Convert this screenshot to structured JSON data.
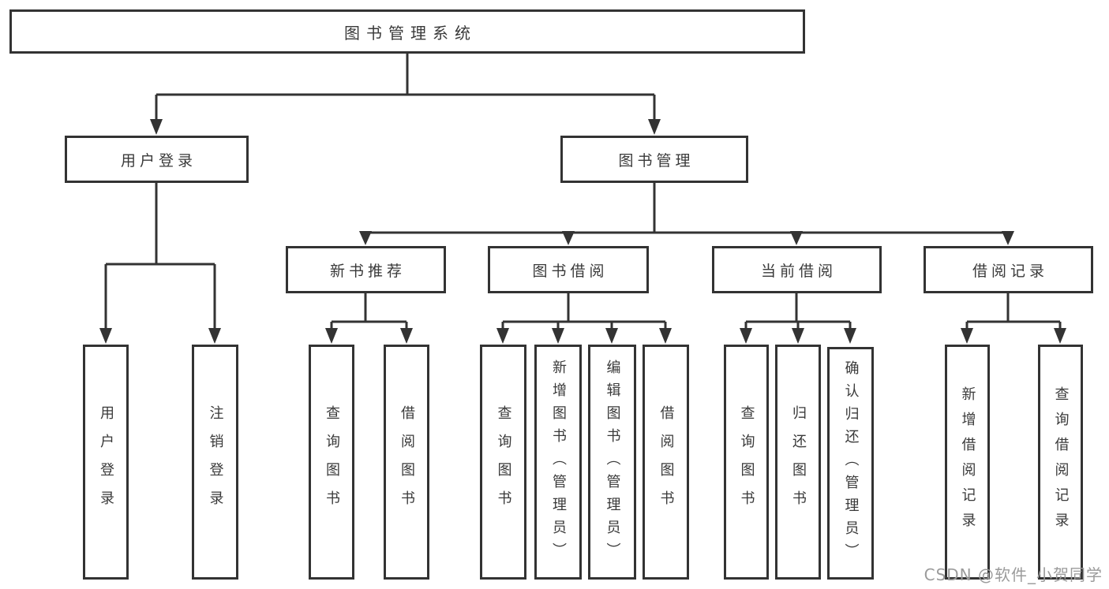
{
  "diagram": {
    "root": {
      "label": "图书管理系统"
    },
    "level2": [
      {
        "label": "用户登录"
      },
      {
        "label": "图书管理"
      }
    ],
    "level3": [
      {
        "label": "新书推荐"
      },
      {
        "label": "图书借阅"
      },
      {
        "label": "当前借阅"
      },
      {
        "label": "借阅记录"
      }
    ],
    "leaves": {
      "user_login": [
        "用户登录",
        "注销登录"
      ],
      "new_book": [
        "查询图书",
        "借阅图书"
      ],
      "book_borrow": [
        "查询图书",
        "新增图书（管理员）",
        "编辑图书（管理员）",
        "借阅图书"
      ],
      "current_borrow": [
        "查询图书",
        "归还图书",
        "确认归还（管理员）"
      ],
      "borrow_record": [
        "新增借阅记录",
        "查询借阅记录"
      ]
    }
  },
  "watermark": "CSDN @软件_小贺同学",
  "colors": {
    "line": "#333333",
    "text": "#3a3a3a",
    "watermark": "#9b9b9b"
  }
}
